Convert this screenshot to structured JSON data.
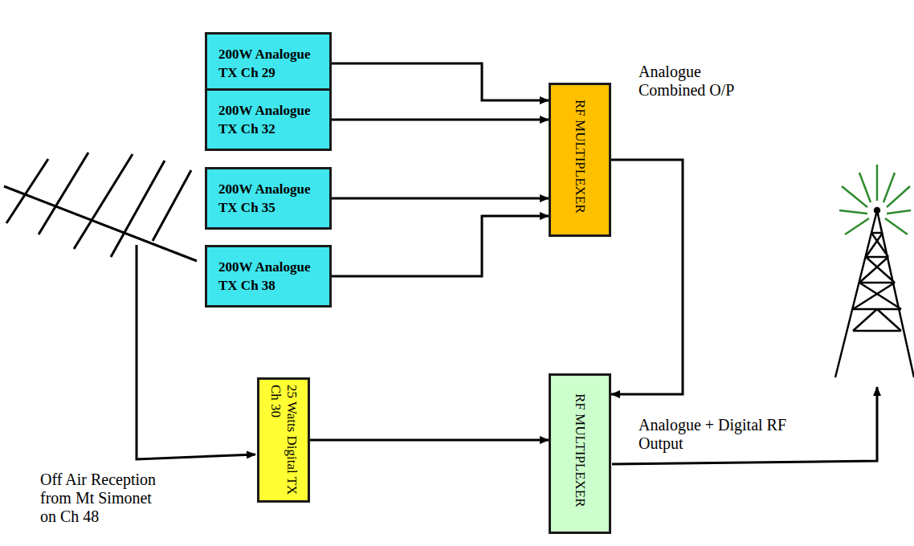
{
  "diagram": {
    "nodes": [
      {
        "text": [
          "200W Analogue TX Ch 29"
        ]
      },
      {
        "text": [
          "200W Analogue TX Ch 32"
        ]
      },
      {
        "text": [
          "200W Analogue TX Ch 35"
        ]
      },
      {
        "text": [
          "200W Analogue TX Ch 38"
        ]
      },
      {
        "text": [
          "RF MULTIPLEXER"
        ]
      },
      {
        "text": [
          "25 Watts Digital TX Ch 30"
        ]
      },
      {
        "text": [
          "RF MULTIPLEXER"
        ]
      }
    ],
    "edges": [
      {
        "from": 0,
        "to": 4,
        "arrow": "to"
      },
      {
        "from": 1,
        "to": 4,
        "arrow": "to"
      },
      {
        "from": 2,
        "to": 4,
        "arrow": "to"
      },
      {
        "from": 3,
        "to": 4,
        "arrow": "to"
      },
      {
        "from": 4,
        "to": 6,
        "arrow": "to"
      },
      {
        "from": 5,
        "to": 6,
        "arrow": "to"
      }
    ],
    "labels": [
      "Analogue Combined O/P",
      "Analogue + Digital RF Output",
      "Off Air Reception from Mt Simonet on Ch 48"
    ]
  }
}
